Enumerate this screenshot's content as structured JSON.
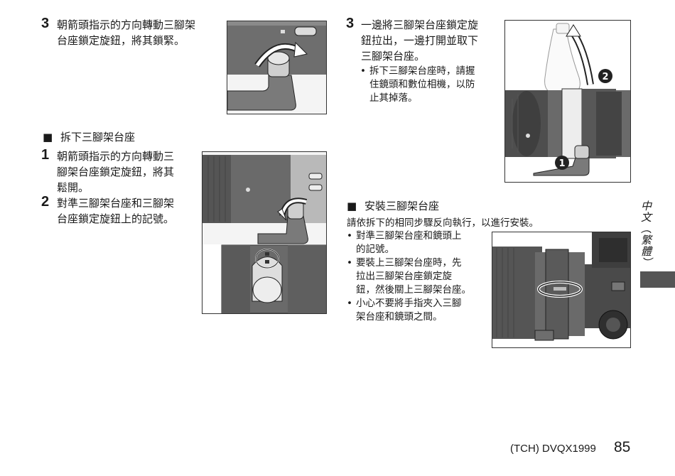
{
  "left": {
    "step3": {
      "num": "3",
      "lines": [
        "朝箭頭指示的方向轉動三腳架",
        "台座鎖定旋鈕，將其鎖緊。"
      ]
    },
    "remove_heading": "拆下三腳架台座",
    "step1": {
      "num": "1",
      "lines": [
        "朝箭頭指示的方向轉動三",
        "腳架台座鎖定旋鈕，將其",
        "鬆開。"
      ]
    },
    "step2": {
      "num": "2",
      "lines": [
        "對準三腳架台座和三腳架",
        "台座鎖定旋鈕上的記號。"
      ]
    }
  },
  "right": {
    "step3": {
      "num": "3",
      "lines": [
        "一邊將三腳架台座鎖定旋",
        "鈕拉出，一邊打開並取下",
        "三腳架台座。"
      ],
      "note": [
        "拆下三腳架台座時，請握",
        "住鏡頭和數位相機，以防",
        "止其掉落。"
      ]
    },
    "install_heading": "安裝三腳架台座",
    "install_intro": "請依拆下的相同步驟反向執行，以進行安裝。",
    "install_bullets": [
      [
        "對準三腳架台座和鏡頭上",
        "的記號。"
      ],
      [
        "要裝上三腳架台座時，先",
        "拉出三腳架台座鎖定旋",
        "鈕，然後關上三腳架台座。"
      ],
      [
        "小心不要將手指夾入三腳",
        "架台座和鏡頭之間。"
      ]
    ]
  },
  "figures": {
    "callout_1": "❶",
    "callout_2": "❷"
  },
  "side_tab": {
    "label": "中文（繁體）"
  },
  "footer": {
    "code": "(TCH) DVQX1999",
    "page": "85"
  },
  "symbols": {
    "square": "■",
    "bullet": "•"
  }
}
